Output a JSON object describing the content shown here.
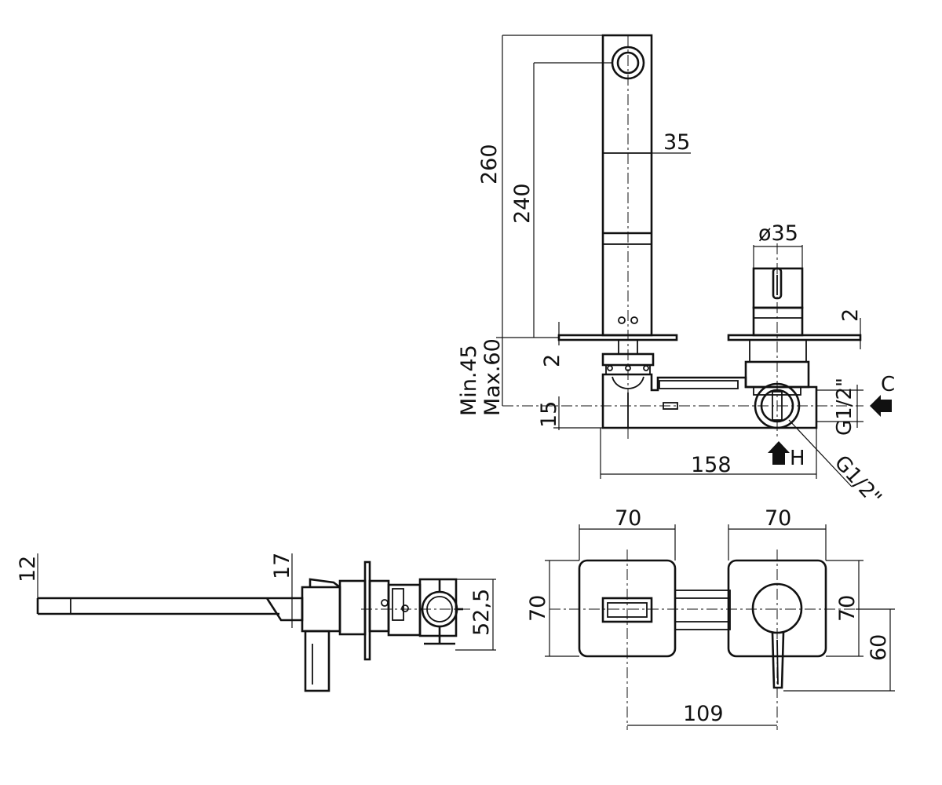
{
  "dimensions": {
    "spout_height_total": "260",
    "spout_height_outlet": "240",
    "spout_width": "35",
    "handle_diameter": "ø35",
    "plate_thickness_right": "2",
    "plate_thickness_left": "2",
    "wall_depth": "Min.45\nMax.60",
    "wall_depth_min": "Min.45",
    "wall_depth_max": "Max.60",
    "body_offset": "15",
    "inlet_thread_cold": "G1/2\"",
    "inlet_thread_hot": "G1/2\"",
    "body_length": "158",
    "side_spout_thickness": "12",
    "side_flange_thickness": "17",
    "side_body_height": "52,5",
    "plate_width_left": "70",
    "plate_width_right": "70",
    "plate_height_left": "70",
    "plate_height_right": "70",
    "handle_drop": "60",
    "centre_distance": "109"
  },
  "inlets": {
    "cold_label": "C",
    "hot_label": "H"
  }
}
